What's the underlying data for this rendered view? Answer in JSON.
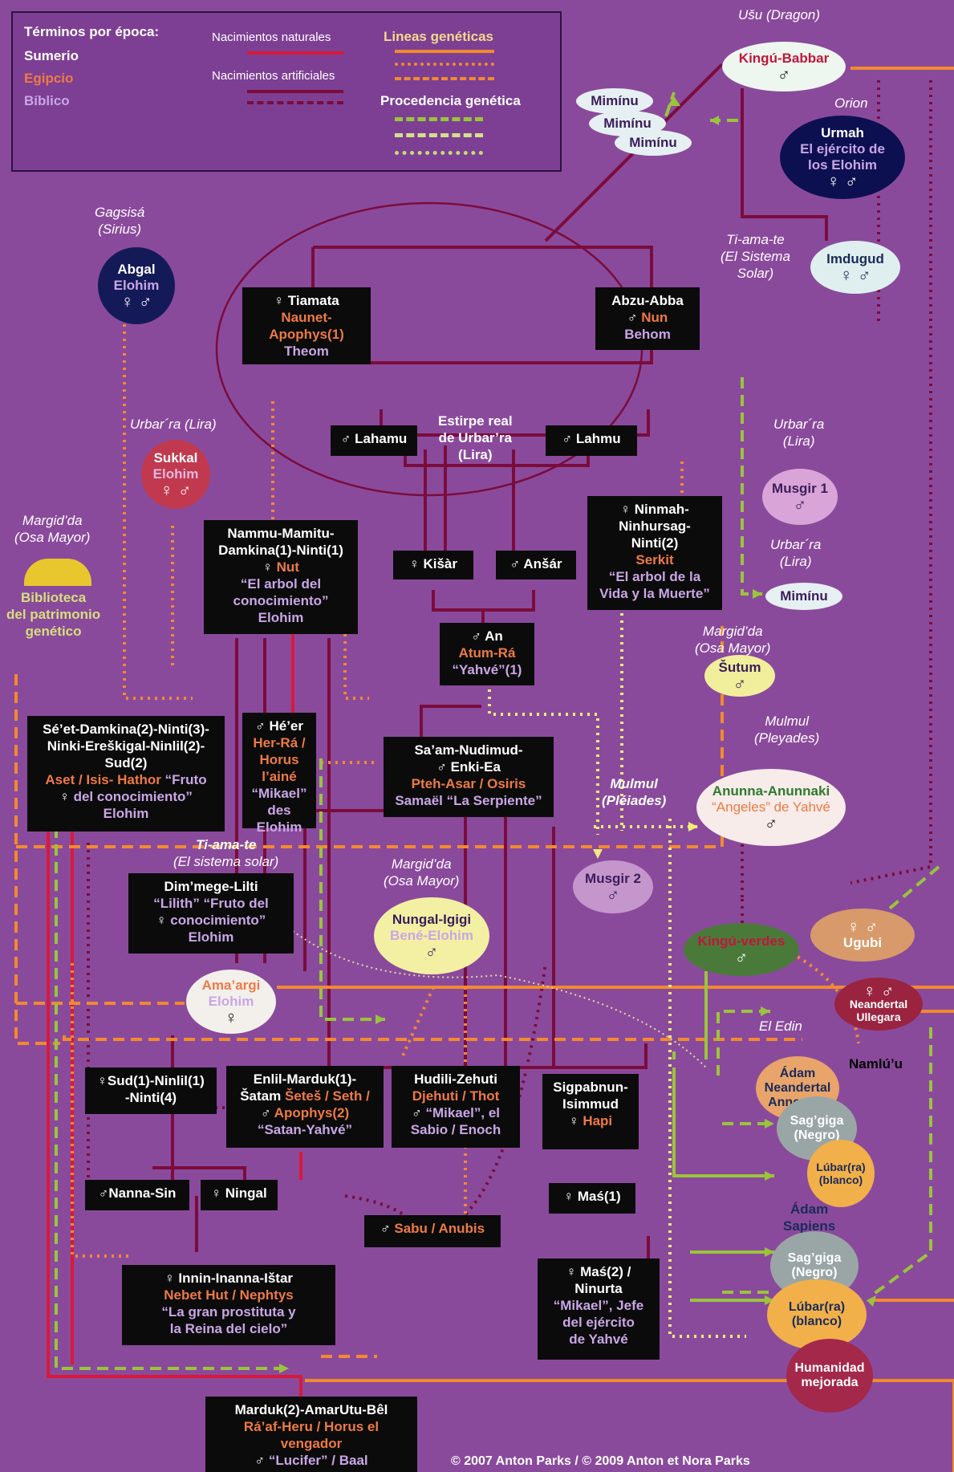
{
  "legend": {
    "title": "Términos por época:",
    "eras": [
      "Sumerio",
      "Egipcio",
      "Bíblico"
    ],
    "natural": "Nacimientos naturales",
    "artificial": "Nacimientos artificiales",
    "lines": "Lineas genéticas",
    "origin": "Procedencia genética"
  },
  "colors": {
    "bg": "#8a4a9c",
    "box": "#0b0b0b",
    "egypt": "#ee7a45",
    "bible": "#c9a6e6",
    "red": "#d8193a",
    "maroon": "#7a0c3c",
    "orange": "#f28a2e",
    "green": "#9ac43c",
    "yellow": "#f2ea7a"
  },
  "regions": {
    "usu": "Ušu (Dragon)",
    "orion": "Orion",
    "gagsisa": [
      "Gagsisá",
      "(Sirius)"
    ],
    "urbara_lira": "Urbar´ra (Lira)",
    "margidda_osa": [
      "Margid’da",
      "(Osa Mayor)"
    ],
    "tiamate_sistema": [
      "Ti-ama-te",
      "(El Sistema",
      "Solar)"
    ],
    "urbara1": [
      "Urbar´ra",
      "(Lira)"
    ],
    "urbara2": [
      "Urbar´ra",
      "(Lira)"
    ],
    "margidda2": [
      "Margid’da",
      "(Osa Mayor)"
    ],
    "mulmul_pleyades": [
      "Mulmul",
      "(Pleyades)"
    ],
    "mulmul_pleiades": [
      "Mulmul",
      "(Pléiades)"
    ],
    "tiamate2": [
      "Ti-ama-te",
      "(El sistema solar)"
    ],
    "margidda3": [
      "Margid’da",
      "(Osa Mayor)"
    ],
    "edin": "El Edin"
  },
  "library": [
    "Biblioteca",
    "del patrimonio",
    "genético"
  ],
  "nodes": {
    "kingu_babbar": {
      "name": "Kingú-Babbar",
      "sym": "♂"
    },
    "mimínu": [
      "Mimínu",
      "Mimínu",
      "Mimínu"
    ],
    "urmah": {
      "name": "Urmah",
      "sub": [
        "El ejército de",
        "los Elohim"
      ],
      "sym": "♀ ♂"
    },
    "imdugud": {
      "name": "Imdugud",
      "sym": "♀ ♂"
    },
    "abgal": {
      "name": "Abgal",
      "sub": "Elohim",
      "sym": "♀ ♂"
    },
    "sukkal": {
      "name": "Sukkal",
      "sub": "Elohim",
      "sym": "♀ ♂"
    },
    "musgir1": {
      "name": "Musgir 1",
      "sym": "♂"
    },
    "mimínu2": "Mimínu",
    "sutum": {
      "name": "Šutum",
      "sym": "♂"
    },
    "anunna": {
      "name": "Anunna-Anunnaki",
      "sub": "“Angeles” de Yahvé",
      "sym": "♂"
    },
    "musgir2": {
      "name": "Musgir 2",
      "sym": "♂"
    },
    "nungal": {
      "name": "Nungal-Igigi",
      "sub": "Bené-Elohim",
      "sym": "♂"
    },
    "kingu_verdes": {
      "name": "Kingú-verdes",
      "sym": "♂"
    },
    "ugubi": {
      "name": "Ugubi",
      "sym": "♀ ♂"
    },
    "neandertal_ullegara": {
      "name": [
        "Neandertal",
        "Ullegara"
      ],
      "sym": "♀ ♂"
    },
    "namlu": "Namlú’u",
    "amargi": {
      "name": "Ama’argi",
      "sub": "Elohim",
      "sym": "♀"
    },
    "adam_neandertal": [
      "Ádam",
      "Neandertal",
      "Annegara"
    ],
    "saggiga1": [
      "Sag’giga",
      "(Negro)"
    ],
    "lubara1": [
      "Lúbar(ra)",
      "(blanco)"
    ],
    "adam_sapiens": [
      "Ádam",
      "Sapiens"
    ],
    "saggiga2": [
      "Sag’giga",
      "(Negro)"
    ],
    "lubara2": [
      "Lúbar(ra)",
      "(blanco)"
    ],
    "humanidad": [
      "Humanidad",
      "mejorada"
    ],
    "estirpe": [
      "Estirpe real",
      "de Urbar’ra",
      "(Lira)"
    ]
  },
  "boxes": {
    "tiamata": {
      "sym": "♀",
      "name": "Tiamata",
      "eg": [
        "Naunet-",
        "Apophys(1)"
      ],
      "bib": "Theom"
    },
    "abzu": {
      "sym": "♂",
      "name": "Abzu-Abba",
      "eg": "Nun",
      "bib": "Behom"
    },
    "lahamu": {
      "sym": "♂",
      "name": "Lahamu"
    },
    "lahmu": {
      "sym": "♂",
      "name": "Lahmu"
    },
    "kisar": {
      "sym": "♀",
      "name": "Kišàr"
    },
    "ansar": {
      "sym": "♂",
      "name": "Anšár"
    },
    "an": {
      "sym": "♂",
      "name": "An",
      "eg": "Atum-Rá",
      "bib": "“Yahvé”(1)"
    },
    "nammu": {
      "name": [
        "Nammu-Mamitu-",
        "Damkina(1)-Ninti(1)"
      ],
      "sym": "♀",
      "eg": "Nut",
      "bib": [
        "“El arbol del",
        "conocimiento”",
        "Elohim"
      ]
    },
    "ninmah": {
      "sym": "♀",
      "name": [
        "Ninmah-",
        "Ninhursag-",
        "Ninti(2)"
      ],
      "eg": "Serkit",
      "bib": [
        "“El arbol de la",
        "Vida y la Muerte”"
      ]
    },
    "seet": {
      "name": [
        "Sé’et-Damkina(2)-Ninti(3)-",
        "Ninki-Ereškigal-Ninlil(2)-",
        "Sud(2)"
      ],
      "eg": "Aset / Isis- Hathor",
      "bib1": "“Fruto",
      "bib2": [
        "del conocimiento”",
        "Elohim"
      ],
      "sym": "♀"
    },
    "heer": {
      "sym": "♂",
      "name": "Hé’er",
      "eg": [
        "Her-Rá /",
        "Horus",
        "l’ainé"
      ],
      "bib": [
        "“Mikael”",
        "des Elohim"
      ]
    },
    "saam": {
      "name": [
        "Sa’am-Nudimud-",
        "Enki-Ea"
      ],
      "sym": "♂",
      "eg": "Pteh-Asar / Osiris",
      "bib": "Samaël “La Serpiente”"
    },
    "dimmege": {
      "name": "Dim’mege-Lilti",
      "bib": [
        "“Lilith” “Fruto del",
        "conocimiento”",
        "Elohim"
      ],
      "sym": "♀"
    },
    "sud1": {
      "sym": "♀",
      "name": [
        "Sud(1)-Ninlil(1)",
        "-Ninti(4)"
      ]
    },
    "enlil": {
      "name": [
        "Enlil-Marduk(1)-",
        "Šatam"
      ],
      "eg": [
        "Šeteš / Seth /",
        "Apophys(2)"
      ],
      "bib": "“Satan-Yahvé”",
      "sym": "♂"
    },
    "hudili": {
      "name": "Hudili-Zehuti",
      "eg": "Djehuti / Thot",
      "bib": [
        "“Mikael”, el",
        "Sabio / Enoch"
      ],
      "sym": "♂"
    },
    "sigpabnun": {
      "name": [
        "Sigpabnun-",
        "Isimmud"
      ],
      "eg": "Hapi",
      "sym": "♀"
    },
    "nanna": {
      "sym": "♂",
      "name": "Nanna-Sin"
    },
    "ningal": {
      "sym": "♀",
      "name": "Ningal"
    },
    "sabu": {
      "sym": "♂",
      "name": "Sabu / Anubis"
    },
    "mas1": {
      "sym": "♀",
      "name": "Maś(1)"
    },
    "mas2": {
      "sym": "♀",
      "name": [
        "Maś(2) /",
        "Ninurta"
      ],
      "bib": [
        "“Mikael”, Jefe",
        "del ejército",
        "de Yahvé"
      ]
    },
    "innin": {
      "sym": "♀",
      "name": "Innin-Inanna-Ištar",
      "eg": "Nebet Hut / Nephtys",
      "bib": [
        "“La gran prostituta y",
        "la Reina del cielo”"
      ]
    },
    "marduk2": {
      "name": "Marduk(2)-AmarUtu-Bêl",
      "eg": [
        "Rá’af-Heru / Horus el",
        "vengador"
      ],
      "bib": [
        "“Lucifer” / Baal"
      ],
      "sym": "♂"
    }
  },
  "copyright": "© 2007 Anton Parks /  © 2009 Anton et Nora Parks"
}
